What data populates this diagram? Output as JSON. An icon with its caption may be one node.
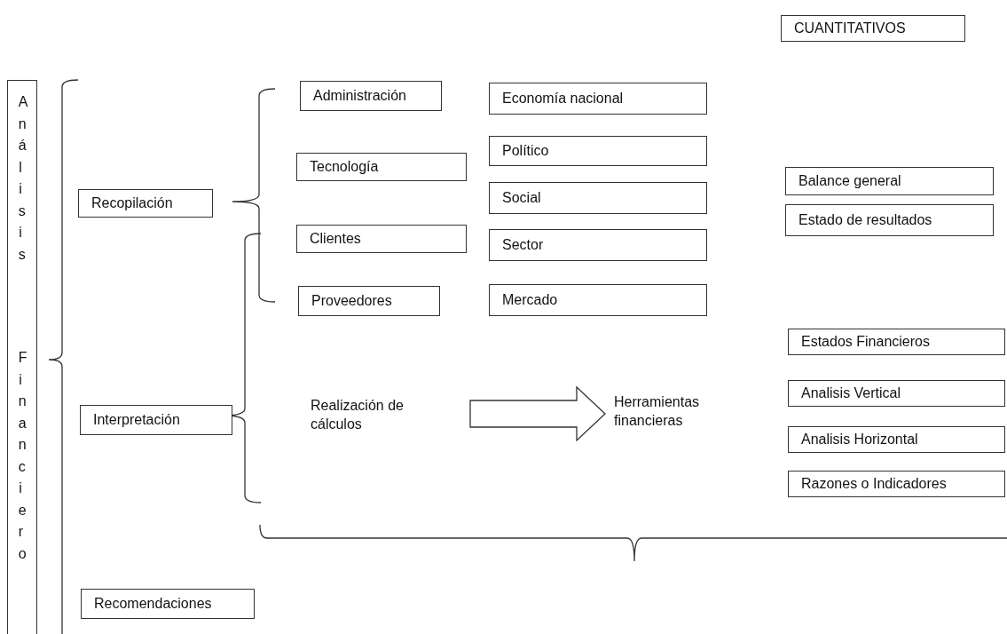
{
  "diagram": {
    "nodes": [
      {
        "text": [
          "Análisis",
          "Financiero"
        ]
      },
      {
        "text": [
          "CUANTITATIVOS"
        ]
      },
      {
        "text": [
          "Recopilación"
        ]
      },
      {
        "text": [
          "Administración"
        ]
      },
      {
        "text": [
          "Tecnología"
        ]
      },
      {
        "text": [
          "Clientes"
        ]
      },
      {
        "text": [
          "Proveedores"
        ]
      },
      {
        "text": [
          "Economía nacional"
        ]
      },
      {
        "text": [
          "Político"
        ]
      },
      {
        "text": [
          "Social"
        ]
      },
      {
        "text": [
          "Sector"
        ]
      },
      {
        "text": [
          "Mercado"
        ]
      },
      {
        "text": [
          "Balance general"
        ]
      },
      {
        "text": [
          "Estado de resultados"
        ]
      },
      {
        "text": [
          "Interpretación"
        ]
      },
      {
        "text": [
          "Realización de cálculos"
        ]
      },
      {
        "text": [
          "Herramientas financieras"
        ]
      },
      {
        "text": [
          "Estados Financieros"
        ]
      },
      {
        "text": [
          "Analisis Vertical"
        ]
      },
      {
        "text": [
          "Analisis Horizontal"
        ]
      },
      {
        "text": [
          "Razones o Indicadores"
        ]
      },
      {
        "text": [
          "Recomendaciones"
        ]
      }
    ],
    "edges": [
      {
        "from": 15,
        "to": 16,
        "arrow": "to"
      }
    ]
  }
}
